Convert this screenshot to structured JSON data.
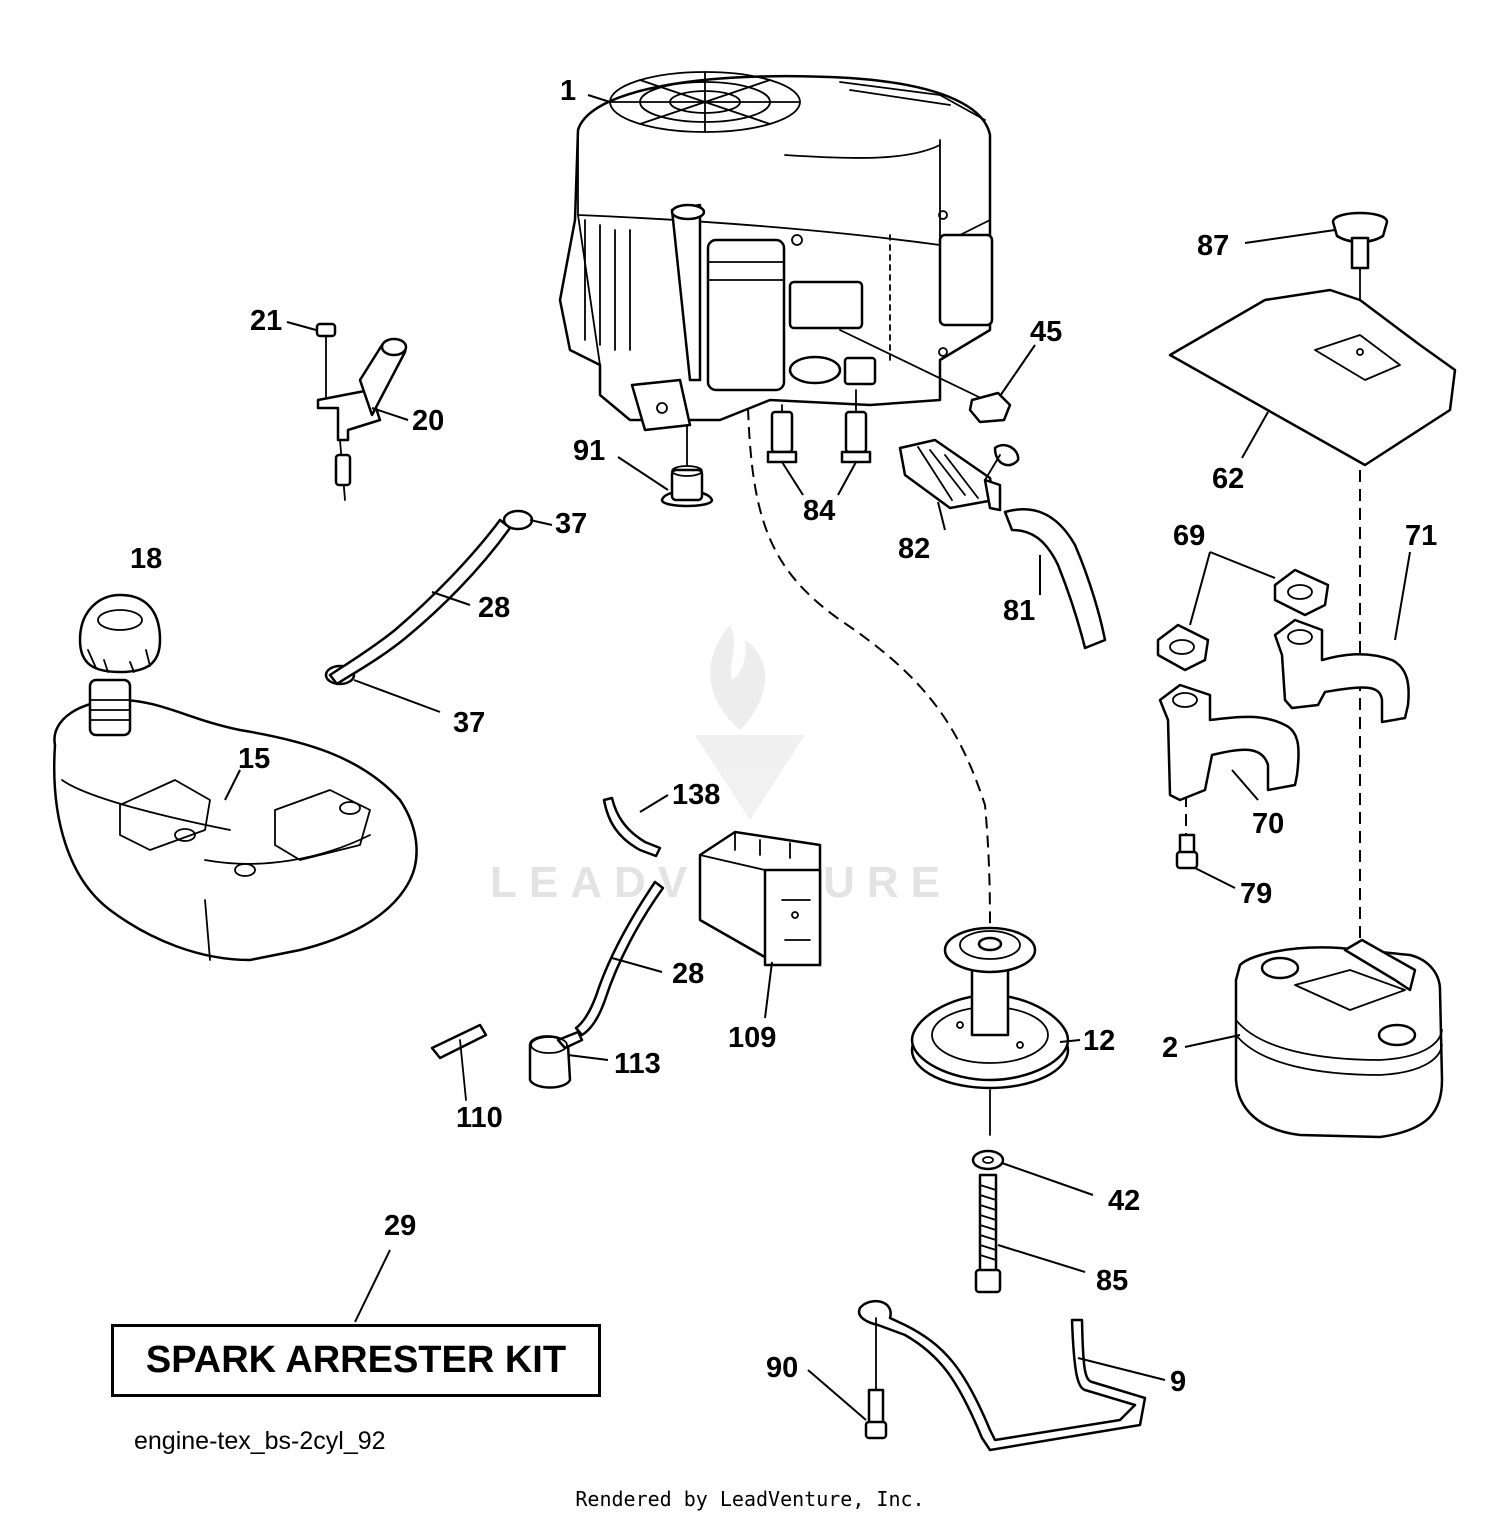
{
  "drawing_code": "engine-tex_bs-2cyl_92",
  "kit_label": "SPARK ARRESTER KIT",
  "footer": "Rendered by LeadVenture, Inc.",
  "watermark": "LEADVENTURE",
  "callouts": [
    {
      "id": "1",
      "label": "1"
    },
    {
      "id": "2",
      "label": "2"
    },
    {
      "id": "9",
      "label": "9"
    },
    {
      "id": "12",
      "label": "12"
    },
    {
      "id": "15",
      "label": "15"
    },
    {
      "id": "18",
      "label": "18"
    },
    {
      "id": "20",
      "label": "20"
    },
    {
      "id": "21",
      "label": "21"
    },
    {
      "id": "28a",
      "label": "28"
    },
    {
      "id": "28b",
      "label": "28"
    },
    {
      "id": "29",
      "label": "29"
    },
    {
      "id": "37a",
      "label": "37"
    },
    {
      "id": "37b",
      "label": "37"
    },
    {
      "id": "42",
      "label": "42"
    },
    {
      "id": "45",
      "label": "45"
    },
    {
      "id": "62",
      "label": "62"
    },
    {
      "id": "69",
      "label": "69"
    },
    {
      "id": "70",
      "label": "70"
    },
    {
      "id": "71",
      "label": "71"
    },
    {
      "id": "79",
      "label": "79"
    },
    {
      "id": "81",
      "label": "81"
    },
    {
      "id": "82",
      "label": "82"
    },
    {
      "id": "84",
      "label": "84"
    },
    {
      "id": "85",
      "label": "85"
    },
    {
      "id": "87",
      "label": "87"
    },
    {
      "id": "90",
      "label": "90"
    },
    {
      "id": "91",
      "label": "91"
    },
    {
      "id": "109",
      "label": "109"
    },
    {
      "id": "110",
      "label": "110"
    },
    {
      "id": "113",
      "label": "113"
    },
    {
      "id": "138",
      "label": "138"
    }
  ]
}
